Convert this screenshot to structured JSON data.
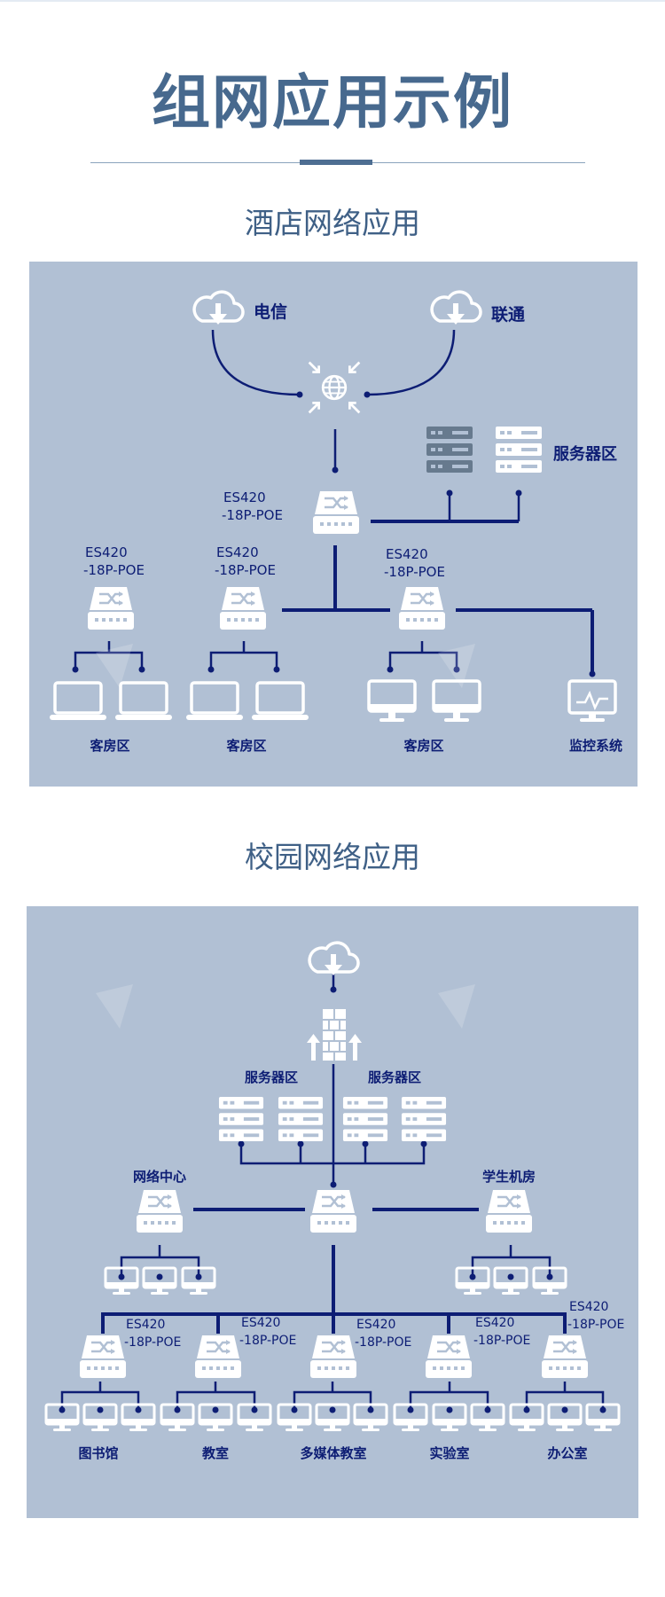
{
  "page_title": "组网应用示例",
  "hotel": {
    "title": "酒店网络应用",
    "isp1": "电信",
    "isp2": "联通",
    "server_zone": "服务器区",
    "core_switch": [
      "ES420",
      "-18P-POE"
    ],
    "switch_left": [
      "ES420",
      "-18P-POE"
    ],
    "switch_mid": [
      "ES420",
      "-18P-POE"
    ],
    "switch_right": [
      "ES420",
      "-18P-POE"
    ],
    "room_zone_1": "客房区",
    "room_zone_2": "客房区",
    "room_zone_3": "客房区",
    "monitor": "监控系统"
  },
  "campus": {
    "title": "校园网络应用",
    "server_zone_left": "服务器区",
    "server_zone_right": "服务器区",
    "network_center": "网络中心",
    "student_lab": "学生机房",
    "switch_1": [
      "ES420",
      "-18P-POE"
    ],
    "switch_2": [
      "ES420",
      "-18P-POE"
    ],
    "switch_3": [
      "ES420",
      "-18P-POE"
    ],
    "switch_4": [
      "ES420",
      "-18P-POE"
    ],
    "switch_5": [
      "ES420",
      "-18P-POE"
    ],
    "library": "图书馆",
    "classroom": "教室",
    "multimedia": "多媒体教室",
    "laboratory": "实验室",
    "office": "办公室"
  },
  "colors": {
    "panel": "#b1c0d4",
    "line": "#0d1d74",
    "title": "#47698e"
  }
}
